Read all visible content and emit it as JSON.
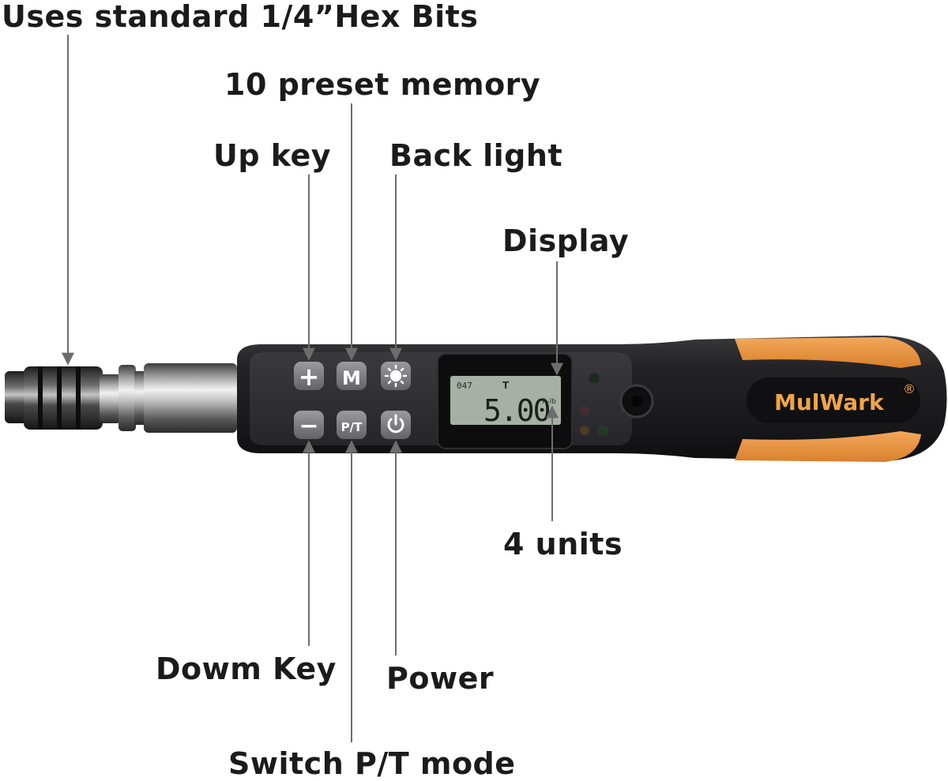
{
  "callouts": {
    "hex_bits": "Uses standard 1/4”Hex Bits",
    "preset_memory": "10 preset memory",
    "up_key": "Up key",
    "back_light": "Back light",
    "display": "Display",
    "units": "4 units",
    "down_key": "Dowm Key",
    "power": "Power",
    "switch_mode": "Switch P/T mode"
  },
  "lcd": {
    "small_readout": "047",
    "mode_letter": "T",
    "main_value": "5.00",
    "unit": "ft-lb"
  },
  "buttons": {
    "plus": "+",
    "minus": "−",
    "memory": "M",
    "mode": "P/T"
  },
  "brand": {
    "name": "MulWark",
    "mark": "®"
  },
  "colors": {
    "body": "#1e1e20",
    "grip_accent": "#e8963e",
    "brand_text": "#f0a545",
    "lcd_bg": "#a7b0a5",
    "button": "#7b7b80",
    "leader": "#6d6d6d",
    "label": "#1b1b1b"
  }
}
